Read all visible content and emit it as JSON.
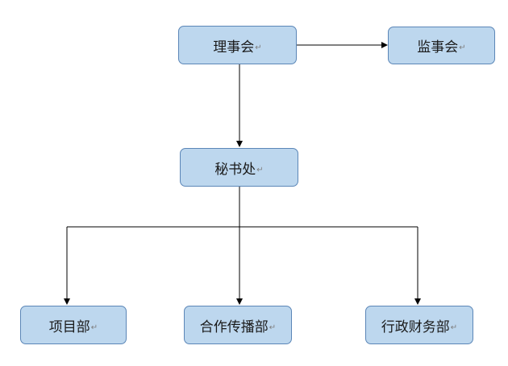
{
  "org_chart": {
    "paragraph_mark": "↵",
    "nodes": {
      "board": {
        "label": "理事会"
      },
      "supervisors": {
        "label": "监事会"
      },
      "secretariat": {
        "label": "秘书处"
      },
      "projects": {
        "label": "项目部"
      },
      "cooperation": {
        "label": "合作传播部"
      },
      "admin_finance": {
        "label": "行政财务部"
      }
    }
  }
}
